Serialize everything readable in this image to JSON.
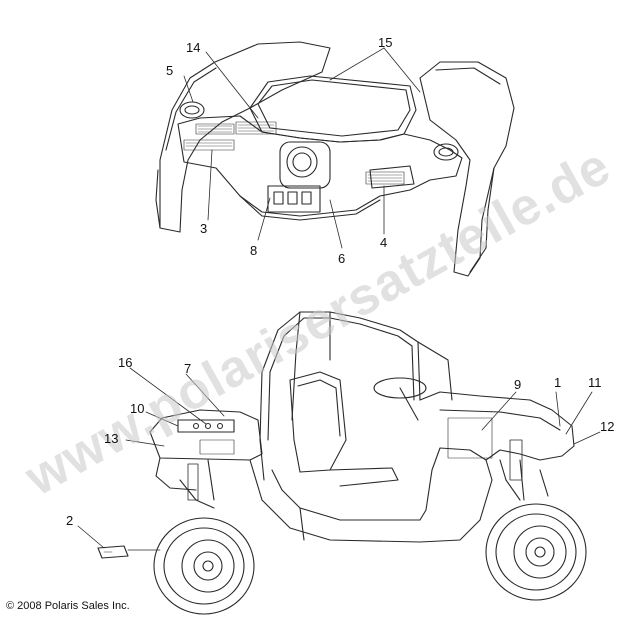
{
  "figure": {
    "subject": "decal placement diagram",
    "copyright": "© 2008 Polaris Sales Inc.",
    "watermark": "www.polarisersatzteile.de",
    "line_color": "#2a2a2a",
    "watermark_color": "#c8c8c8"
  },
  "callouts": {
    "c1": "1",
    "c2": "2",
    "c3": "3",
    "c4": "4",
    "c5": "5",
    "c6": "6",
    "c7": "7",
    "c8": "8",
    "c9": "9",
    "c10": "10",
    "c11": "11",
    "c12": "12",
    "c13": "13",
    "c14": "14",
    "c15": "15",
    "c16": "16"
  }
}
